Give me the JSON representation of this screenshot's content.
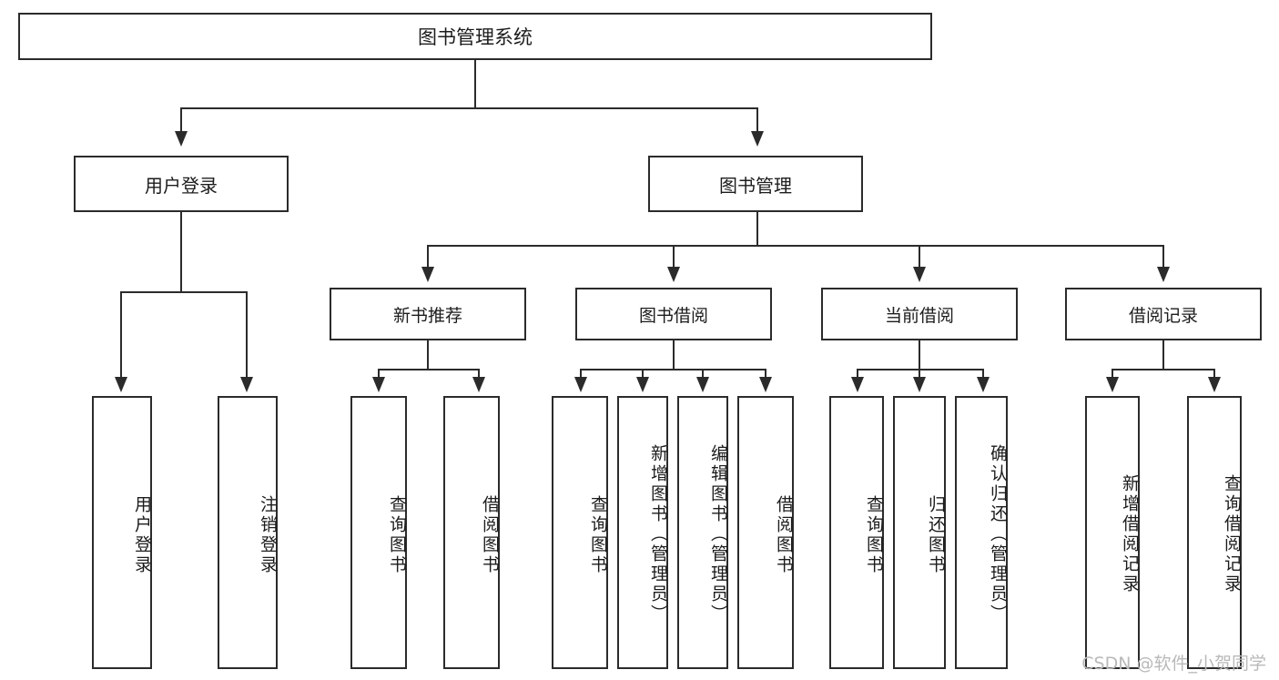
{
  "diagram": {
    "title": "图书管理系统",
    "watermark": "CSDN @软件_小贺同学",
    "root": {
      "label": "图书管理系统"
    },
    "level2": [
      {
        "label": "用户登录"
      },
      {
        "label": "图书管理"
      }
    ],
    "level3": [
      {
        "label": "新书推荐"
      },
      {
        "label": "图书借阅"
      },
      {
        "label": "当前借阅"
      },
      {
        "label": "借阅记录"
      }
    ],
    "leaves": {
      "user_login": [
        {
          "label": "用户登录"
        },
        {
          "label": "注销登录"
        }
      ],
      "new_book_recommend": [
        {
          "label": "查询图书"
        },
        {
          "label": "借阅图书"
        }
      ],
      "book_borrow": [
        {
          "label": "查询图书"
        },
        {
          "label": "新增图书（管理员）"
        },
        {
          "label": "编辑图书（管理员）"
        },
        {
          "label": "借阅图书"
        }
      ],
      "current_borrow": [
        {
          "label": "查询图书"
        },
        {
          "label": "归还图书"
        },
        {
          "label": "确认归还（管理员）"
        }
      ],
      "borrow_record": [
        {
          "label": "新增借阅记录"
        },
        {
          "label": "查询借阅记录"
        }
      ]
    },
    "colors": {
      "stroke": "#2b2b2b",
      "background": "#ffffff",
      "text": "#1c1c1c",
      "watermark": "#b9b9b9"
    }
  }
}
